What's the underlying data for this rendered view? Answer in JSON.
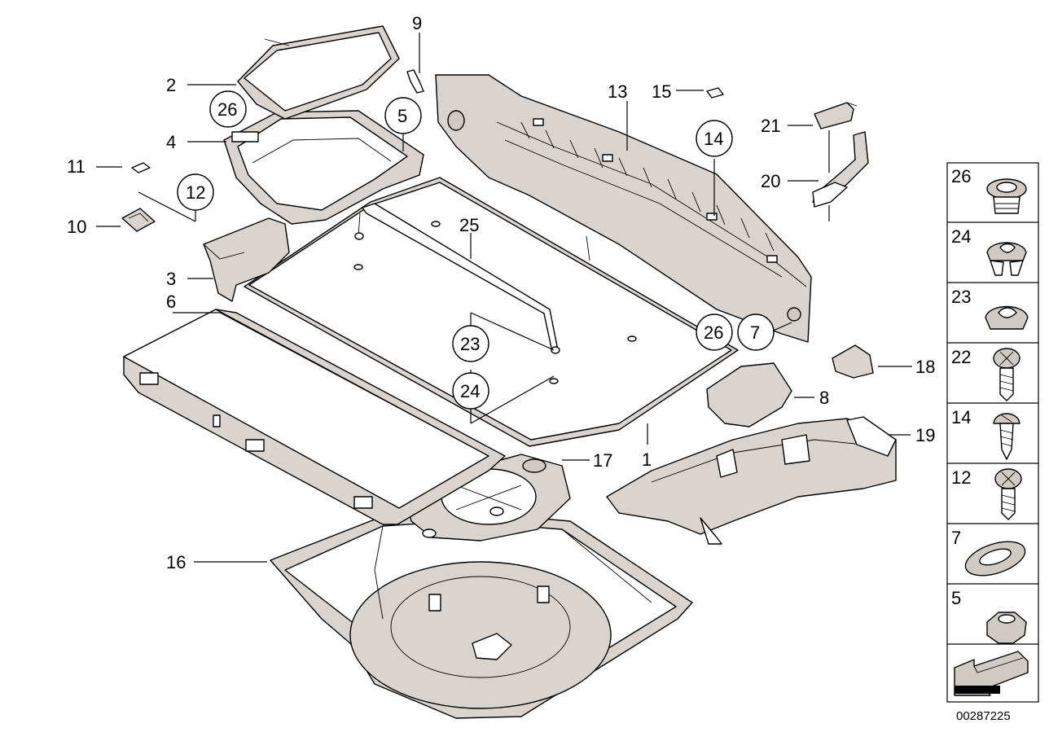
{
  "callouts": {
    "c1": "1",
    "c2": "2",
    "c3": "3",
    "c4": "4",
    "c5": "5",
    "c6": "6",
    "c7": "7",
    "c8": "8",
    "c9": "9",
    "c10": "10",
    "c11": "11",
    "c12": "12",
    "c13": "13",
    "c14": "14",
    "c15": "15",
    "c16": "16",
    "c17": "17",
    "c18": "18",
    "c19": "19",
    "c20": "20",
    "c21": "21",
    "c23": "23",
    "c24": "24",
    "c25": "25",
    "c26a": "26",
    "c26b": "26"
  },
  "legend": {
    "items": [
      "26",
      "24",
      "23",
      "22",
      "14",
      "12",
      "7",
      "5"
    ]
  },
  "reference_number": "00287225",
  "icons": {
    "nav_arrow": "arrow-icon"
  }
}
